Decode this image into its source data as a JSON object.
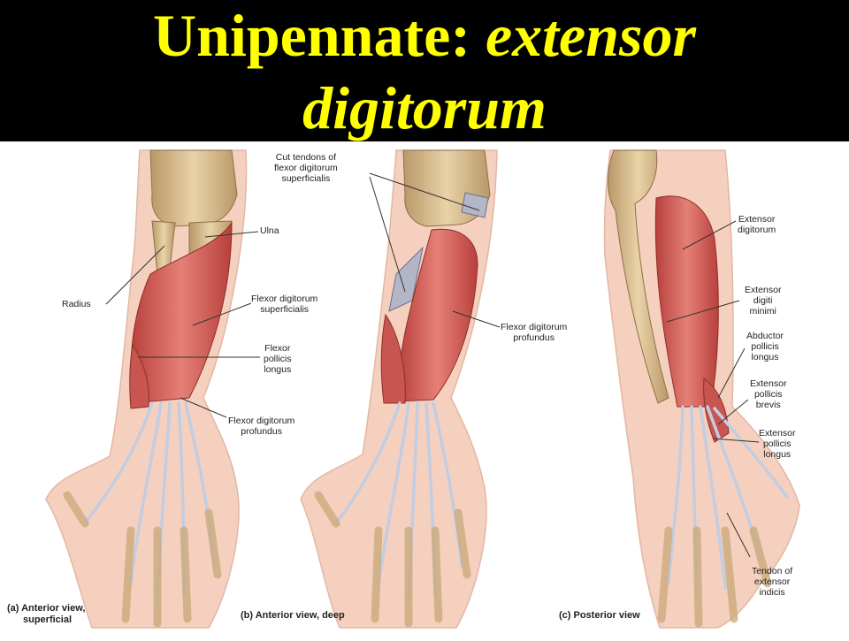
{
  "title": {
    "line1_prefix": "Unipennate: ",
    "line1_italic": "extensor",
    "line2": "digitorum"
  },
  "colors": {
    "title_background": "#000000",
    "title_text": "#ffff00",
    "muscle": "#d9655f",
    "bone": "#d8bb8c",
    "skin": "#f6d2c0",
    "tendon": "#c9d3e6"
  },
  "labels": {
    "a": {
      "ulna": "Ulna",
      "radius": "Radius",
      "fds": [
        "Flexor digitorum",
        "superficialis"
      ],
      "fpl": [
        "Flexor",
        "pollicis",
        "longus"
      ],
      "fdp": [
        "Flexor digitorum",
        "profundus"
      ]
    },
    "b": {
      "cut_tendons": [
        "Cut tendons of",
        "flexor digitorum",
        "superficialis"
      ],
      "fdp": [
        "Flexor digitorum",
        "profundus"
      ]
    },
    "c": {
      "ext_dig": [
        "Extensor",
        "digitorum"
      ],
      "ext_dig_min": [
        "Extensor",
        "digiti",
        "minimi"
      ],
      "abd_poll": [
        "Abductor",
        "pollicis",
        "longus"
      ],
      "ext_poll_brev": [
        "Extensor",
        "pollicis",
        "brevis"
      ],
      "ext_poll_long": [
        "Extensor",
        "pollicis",
        "longus"
      ],
      "tendon_ext_ind": [
        "Tendon of",
        "extensor",
        "indicis"
      ]
    }
  },
  "captions": {
    "a_line1": "(a) Anterior view,",
    "a_line2": "superficial",
    "b": "(b) Anterior view, deep",
    "c": "(c) Posterior view"
  }
}
